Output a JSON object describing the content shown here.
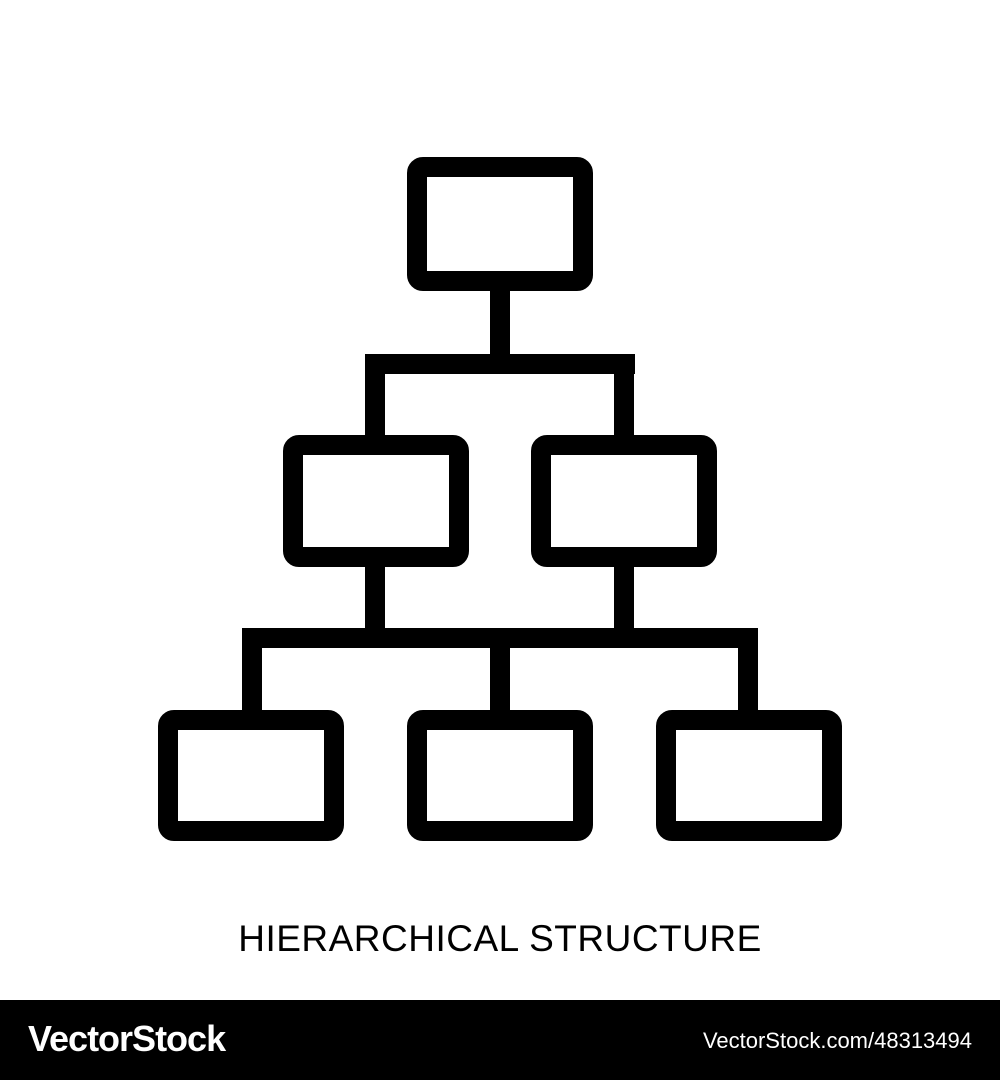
{
  "caption": "HIERARCHICAL STRUCTURE",
  "footer": {
    "logo": "VectorStock",
    "image_id": "VectorStock.com/48313494"
  },
  "icon": {
    "name": "hierarchical-structure-icon",
    "stroke_color": "#000000"
  },
  "colors": {
    "background": "#ffffff",
    "footer_background": "#000000",
    "footer_text": "#ffffff"
  }
}
